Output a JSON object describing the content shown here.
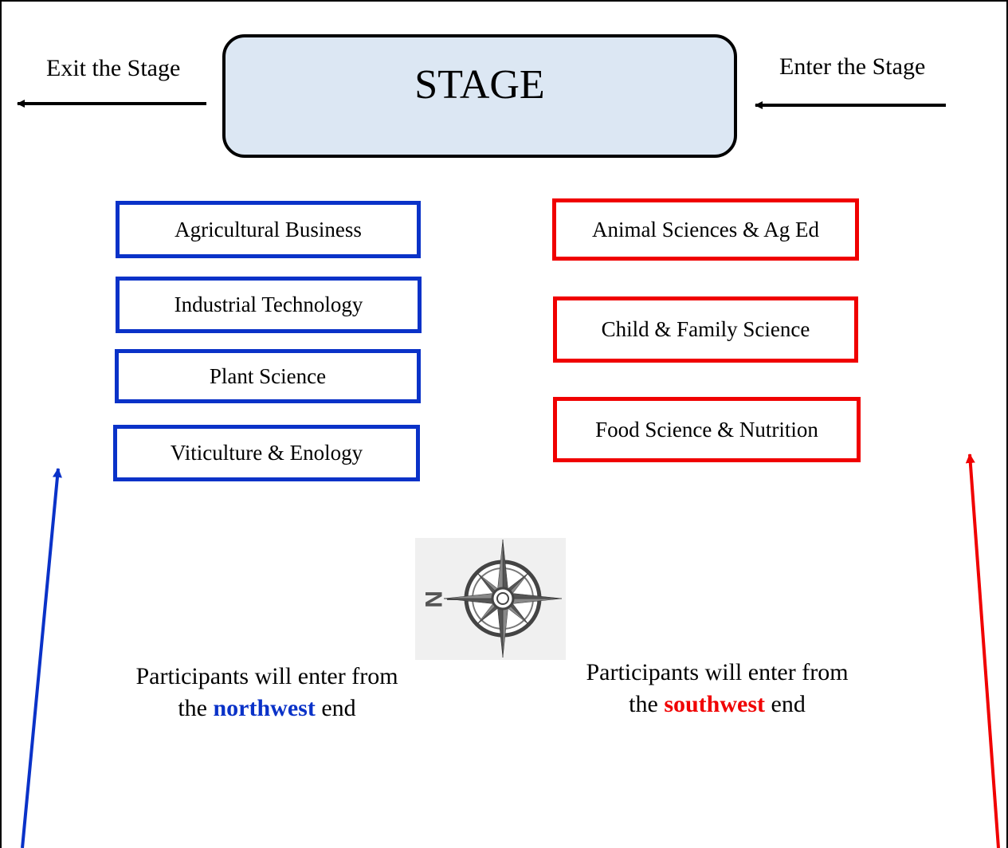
{
  "stage": {
    "label": "STAGE"
  },
  "exit_label": "Exit the Stage",
  "enter_label": "Enter the Stage",
  "groups": {
    "north": {
      "color": "#0a32c8",
      "items": [
        "Agricultural Business",
        "Industrial Technology",
        "Plant Science",
        "Viticulture & Enology"
      ]
    },
    "south": {
      "color": "#f00000",
      "items": [
        "Animal Sciences & Ag Ed",
        "Child & Family Science",
        "Food Science & Nutrition"
      ]
    }
  },
  "notes": {
    "northwest": {
      "line1": "Participants will enter from",
      "pre": "the ",
      "highlight": "northwest",
      "post": " end"
    },
    "southwest": {
      "line1": "Participants will enter from",
      "pre": "the ",
      "highlight": "southwest",
      "post": " end"
    }
  },
  "compass": {
    "icon": "compass-rose-icon",
    "north_letter": "N"
  }
}
